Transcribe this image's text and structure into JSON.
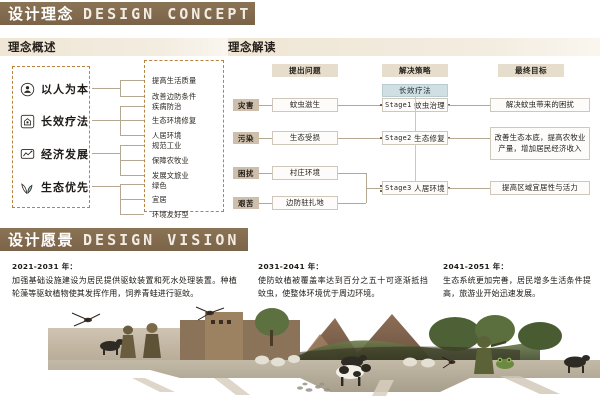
{
  "sections": {
    "concept": {
      "cn": "设计理念",
      "en": "DESIGN CONCEPT"
    },
    "vision": {
      "cn": "设计愿景",
      "en": "DESIGN VISION"
    }
  },
  "subheads": {
    "overview": "理念概述",
    "interpretation": "理念解读"
  },
  "concept_items": [
    {
      "icon": "person-circle-icon",
      "label": "以人为本",
      "subs": [
        "提高生活质量",
        "改善边防条件"
      ]
    },
    {
      "icon": "clinic-square-icon",
      "label": "长效疗法",
      "subs": [
        "疾病防治",
        "生态环境修复",
        "人居环境"
      ]
    },
    {
      "icon": "chart-trend-icon",
      "label": "经济发展",
      "subs": [
        "规范工业",
        "保障农牧业",
        "发展文旅业"
      ]
    },
    {
      "icon": "leaf-plant-icon",
      "label": "生态优先",
      "subs": [
        "绿色",
        "宜居",
        "环境友好型"
      ]
    }
  ],
  "flow": {
    "columns": [
      "提出问题",
      "解决策略",
      "最终目标"
    ],
    "strategy_title": "长效疗法",
    "categories": [
      "灾害",
      "污染",
      "困扰",
      "艰苦"
    ],
    "problems": [
      "蚊虫滋生",
      "生态受损",
      "村庄环境",
      "边防驻扎地"
    ],
    "stages": [
      {
        "tag": "Stage1",
        "name": "蚊虫治理"
      },
      {
        "tag": "Stage2",
        "name": "生态修复"
      },
      {
        "tag": "Stage3",
        "name": "人居环境"
      }
    ],
    "goals": [
      "解决蚊虫带来的困扰",
      "改善生态本底，提高农牧业产量，增加居民经济收入",
      "提高区域宜居性与活力"
    ]
  },
  "vision_columns": [
    {
      "year": "2021-2031 年：",
      "body": "加强基础设施建设为居民提供驱蚊装置和死水处理装置。种植轮藻等驱蚊植物使其发挥作用，饲养青蛙进行驱蚊。"
    },
    {
      "year": "2031-2041 年：",
      "body": "使防蚊植被覆盖率达到百分之五十可逐渐抵挡蚊虫，使整体环境优于周边环境。"
    },
    {
      "year": "2041-2051 年：",
      "body": "生态系统更加完善，居民增多生活条件提高，旅游业开始迅速发展。"
    }
  ],
  "illustration": {
    "name": "landscape-collage"
  },
  "colors": {
    "banner": "#8b7355",
    "subhead": "#efe6d5",
    "category": "#cdbfab",
    "column_head": "#e6ddcc",
    "strategy": "#cfdfe4",
    "dashed_border": "#b8833f"
  }
}
